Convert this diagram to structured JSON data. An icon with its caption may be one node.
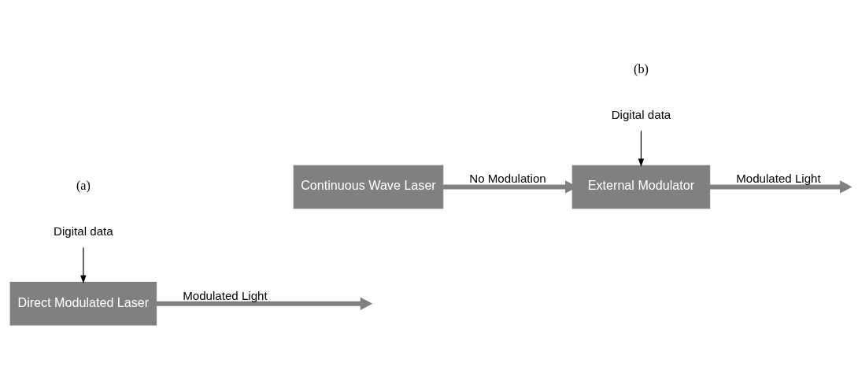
{
  "diagram": {
    "nodes": [
      {
        "text": [
          "Digital data"
        ]
      },
      {
        "text": [
          "Direct Modulated Laser"
        ]
      },
      {
        "text": [
          "Continuous Wave Laser"
        ]
      },
      {
        "text": [
          "Digital data"
        ]
      },
      {
        "text": [
          "External Modulator"
        ]
      }
    ],
    "edges": [
      {
        "from": 0,
        "to": 1,
        "arrow": "to",
        "color": "#000000"
      },
      {
        "from": 1,
        "to": null,
        "arrow": "to",
        "label": "Modulated Light"
      },
      {
        "from": 2,
        "to": 4,
        "arrow": "to",
        "label": "No Modulation"
      },
      {
        "from": 3,
        "to": 4,
        "arrow": "to",
        "color": "#000000"
      },
      {
        "from": 4,
        "to": null,
        "arrow": "to",
        "label": "Modulated Light"
      }
    ],
    "labels": [
      "(a)",
      "(b)"
    ]
  }
}
